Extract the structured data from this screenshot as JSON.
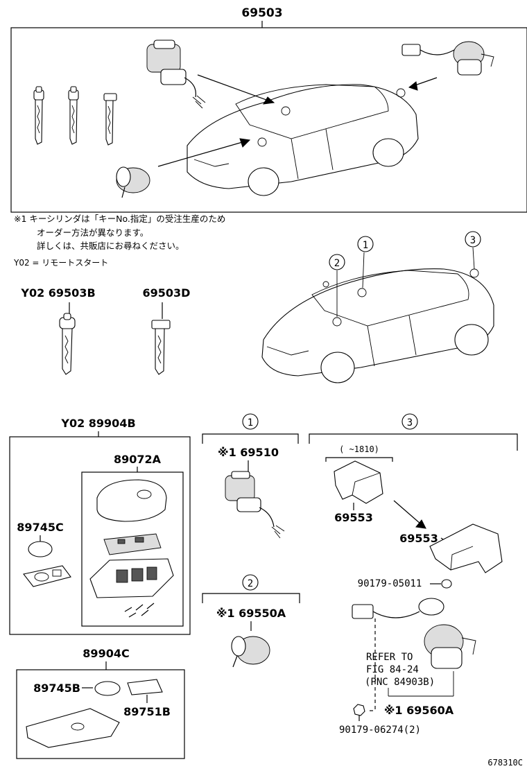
{
  "top_assembly": {
    "part_no": "69503"
  },
  "notes": {
    "line1": "※1 キーシリンダは「キーNo.指定」の受注生産のため",
    "line2": "オーダー方法が異なります。",
    "line3": "詳しくは、共販店にお尋ねください。",
    "line4": "Y02 = リモートスタート"
  },
  "keys": {
    "left_label": "Y02 69503B",
    "right_label": "69503D"
  },
  "location_markers": {
    "one": "1",
    "two": "2",
    "three": "3"
  },
  "smart_key": {
    "label": "Y02 89904B",
    "case_label": "89072A",
    "battery_label": "89745C"
  },
  "card_key": {
    "label": "89904C",
    "battery_label": "89745B",
    "sheet_label": "89751B"
  },
  "section1": {
    "marker": "1",
    "part_label": "※1 69510"
  },
  "section2": {
    "marker": "2",
    "part_label": "※1 69550A"
  },
  "section3": {
    "marker": "3",
    "range_label": "( ~1810)",
    "cover_label_a": "69553",
    "cover_label_b": "69553",
    "screw_label": "90179-05011",
    "refer_line1": "REFER TO",
    "refer_line2": "FIG 84-24",
    "refer_line3": "(PNC 84903B)",
    "cylinder_label": "※1 69560A",
    "nut_label": "90179-06274(2)"
  },
  "figure_code": "678310C"
}
